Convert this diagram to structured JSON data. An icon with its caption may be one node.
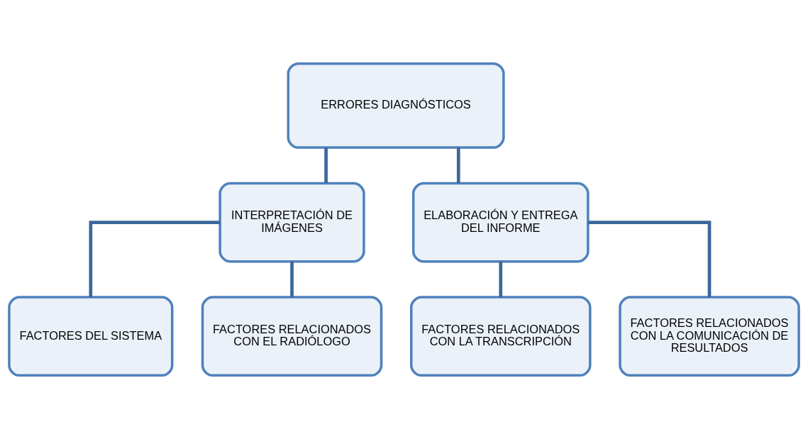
{
  "diagram": {
    "nodes": [
      {
        "text": [
          "ERRORES DIAGNÓSTICOS"
        ]
      },
      {
        "text": [
          "INTERPRETACIÓN DE IMÁGENES"
        ]
      },
      {
        "text": [
          "ELABORACIÓN Y ENTREGA DEL INFORME"
        ]
      },
      {
        "text": [
          "FACTORES DEL SISTEMA"
        ]
      },
      {
        "text": [
          "FACTORES RELACIONADOS CON EL RADIÓLOGO"
        ]
      },
      {
        "text": [
          "FACTORES RELACIONADOS CON LA TRANSCRIPCIÓN"
        ]
      },
      {
        "text": [
          "FACTORES RELACIONADOS CON LA COMUNICACIÓN DE RESULTADOS"
        ]
      }
    ],
    "edges": [
      {
        "from": 0,
        "to": 1,
        "arrow": "none"
      },
      {
        "from": 0,
        "to": 2,
        "arrow": "none"
      },
      {
        "from": 1,
        "to": 3,
        "arrow": "none"
      },
      {
        "from": 1,
        "to": 4,
        "arrow": "none"
      },
      {
        "from": 2,
        "to": 5,
        "arrow": "none"
      },
      {
        "from": 2,
        "to": 6,
        "arrow": "none"
      }
    ]
  }
}
